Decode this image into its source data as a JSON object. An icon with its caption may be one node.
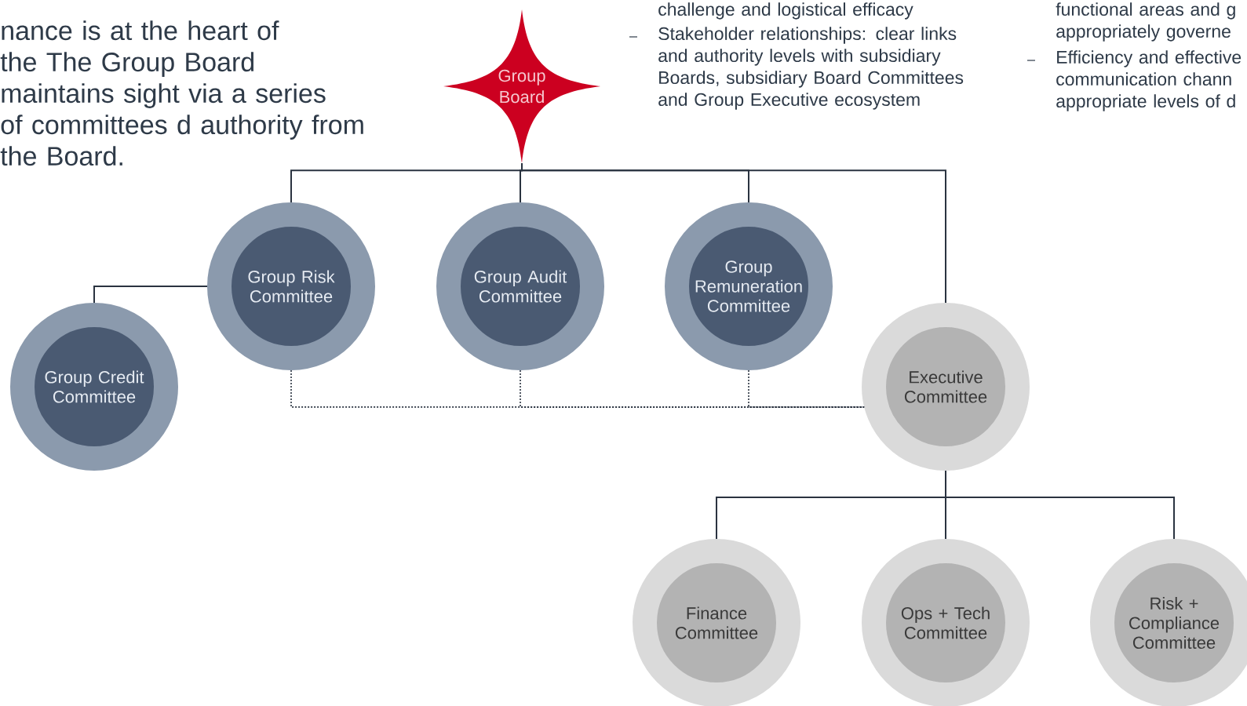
{
  "diagram": {
    "nodes": [
      {
        "text": [
          "Group Board"
        ]
      },
      {
        "text": [
          "Group Risk Committee"
        ]
      },
      {
        "text": [
          "Group Audit Committee"
        ]
      },
      {
        "text": [
          "Group Remuneration Committee"
        ]
      },
      {
        "text": [
          "Executive Committee"
        ]
      },
      {
        "text": [
          "Group Credit Committee"
        ]
      },
      {
        "text": [
          "Finance Committee"
        ]
      },
      {
        "text": [
          "Ops + Tech Committee"
        ]
      },
      {
        "text": [
          "Risk + Compliance Committee"
        ]
      }
    ],
    "edges": [
      {
        "from": 0,
        "to": 1,
        "arrow": "none"
      },
      {
        "from": 0,
        "to": 2,
        "arrow": "none"
      },
      {
        "from": 0,
        "to": 3,
        "arrow": "none"
      },
      {
        "from": 0,
        "to": 4,
        "arrow": "none"
      },
      {
        "from": 1,
        "to": 5,
        "arrow": "none"
      },
      {
        "from": 1,
        "to": 4,
        "arrow": "none",
        "style": "dashed"
      },
      {
        "from": 2,
        "to": 4,
        "arrow": "none",
        "style": "dashed"
      },
      {
        "from": 3,
        "to": 4,
        "arrow": "none",
        "style": "dashed"
      },
      {
        "from": 4,
        "to": 6,
        "arrow": "none"
      },
      {
        "from": 4,
        "to": 7,
        "arrow": "none"
      },
      {
        "from": 4,
        "to": 8,
        "arrow": "none"
      }
    ],
    "labels": [
      "nance is at the heart of the The Group Board maintains sight via a series of committees d authority from the Board.",
      "challenge and logistical efficacy",
      "Stakeholder relationships: clear links and authority levels with subsidiary Boards, subsidiary Board Committees and Group Executive ecosystem",
      "functional areas and g appropriately governe",
      "Efficiency and effective communication chann appropriate levels of d"
    ]
  }
}
